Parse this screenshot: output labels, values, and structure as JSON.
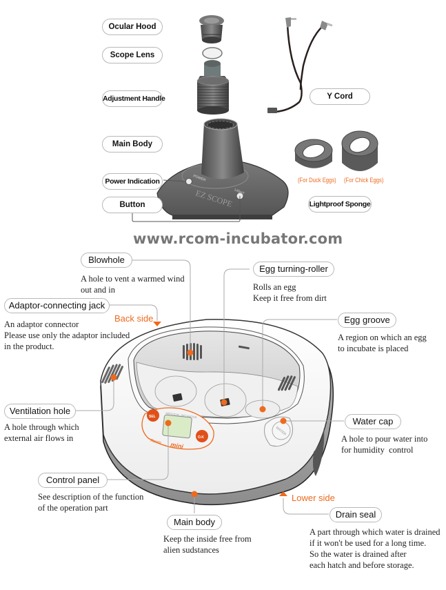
{
  "scope_diagram": {
    "labels": {
      "ocular_hood": "Ocular Hood",
      "scope_lens": "Scope Lens",
      "adjustment_handle": "Adjustment Handle",
      "main_body": "Main Body",
      "power_indication": "Power Indication",
      "button": "Button",
      "y_cord": "Y Cord",
      "lightproof_sponge": "Lightproof Sponge"
    },
    "sponge_notes": {
      "duck": "(For Duck Eggs)",
      "chick": "(For Chick Eggs)"
    },
    "device_text": {
      "brand": "EZ SCOPE",
      "power": "POWER",
      "light": "LIGHT"
    }
  },
  "website": "www.rcom-incubator.com",
  "incubator_diagram": {
    "side_labels": {
      "back": "Back side",
      "lower": "Lower side"
    },
    "parts": [
      {
        "label": "Blowhole",
        "description": "A hole to vent a warmed wind\nout and in"
      },
      {
        "label": "Adaptor-connecting jack",
        "description": "An adaptor connector\nPlease use only the adaptor included\nin the product."
      },
      {
        "label": "Egg turning-roller",
        "description": "Rolls an egg\nKeep it free from dirt"
      },
      {
        "label": "Egg groove",
        "description": "A region on which an egg\nto incubate is placed"
      },
      {
        "label": "Ventilation hole",
        "description": "A hole through which\nexternal air flows in"
      },
      {
        "label": "Water  cap",
        "description": "A hole to pour water into\nfor humidity  control"
      },
      {
        "label": "Control panel",
        "description": "See description of the function\nof the operation part"
      },
      {
        "label": "Main body",
        "description": "Keep the inside free from\nalien sudstances"
      },
      {
        "label": "Drain seal",
        "description": "A part through which water is drained\nif it won't be used for a long time.\nSo the water is drained after\neach hatch and before storage."
      }
    ],
    "device_text": {
      "sel": "SEL",
      "ok": "O.K",
      "panel_title": "ARTIFICIAL INCUBATOR",
      "brand_prefix": "Rcom",
      "brand_name": "mini",
      "water": "WATER"
    }
  },
  "colors": {
    "accent": "#ee6a1d",
    "device_gray": "#6b6b6b",
    "label_border": "#b8b8b8",
    "url_gray": "#777777",
    "lcd_green": "#d9ecc7"
  }
}
